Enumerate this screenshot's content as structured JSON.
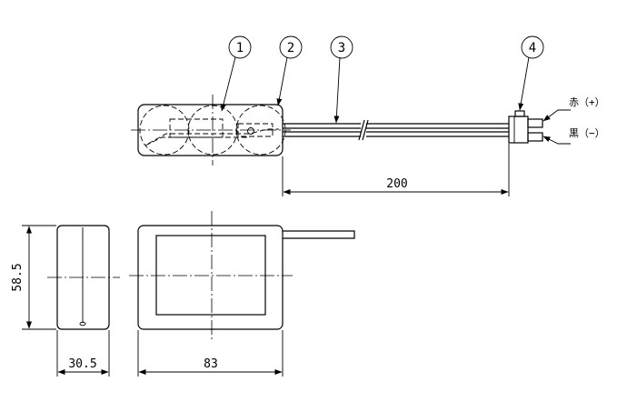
{
  "callouts": [
    "1",
    "2",
    "3",
    "4"
  ],
  "wire_labels": {
    "red": "赤（+）",
    "black": "黒（−）"
  },
  "dimensions": {
    "cable_length": "200",
    "height": "58.5",
    "depth": "30.5",
    "width": "83"
  },
  "colors": {
    "ink": "#000000",
    "paper": "#ffffff"
  }
}
